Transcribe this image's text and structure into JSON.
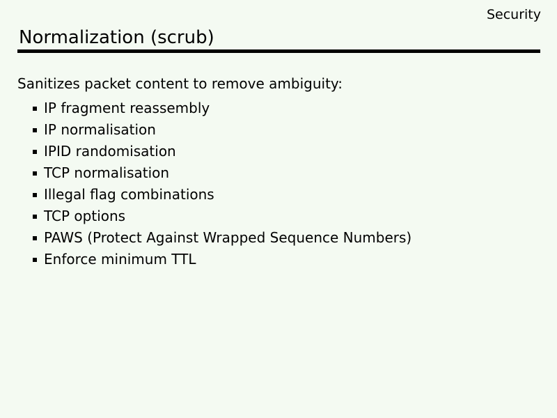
{
  "slide": {
    "corner_label": "Security",
    "title": "Normalization (scrub)",
    "intro": "Sanitizes packet content to remove ambiguity:",
    "bullets": [
      "IP fragment reassembly",
      "IP normalisation",
      "IPID randomisation",
      "TCP normalisation",
      "Illegal flag combinations",
      "TCP options",
      "PAWS (Protect Against Wrapped Sequence Numbers)",
      "Enforce minimum TTL"
    ],
    "colors": {
      "background": "#f4faf2",
      "text": "#000000",
      "rule": "#000000"
    }
  }
}
